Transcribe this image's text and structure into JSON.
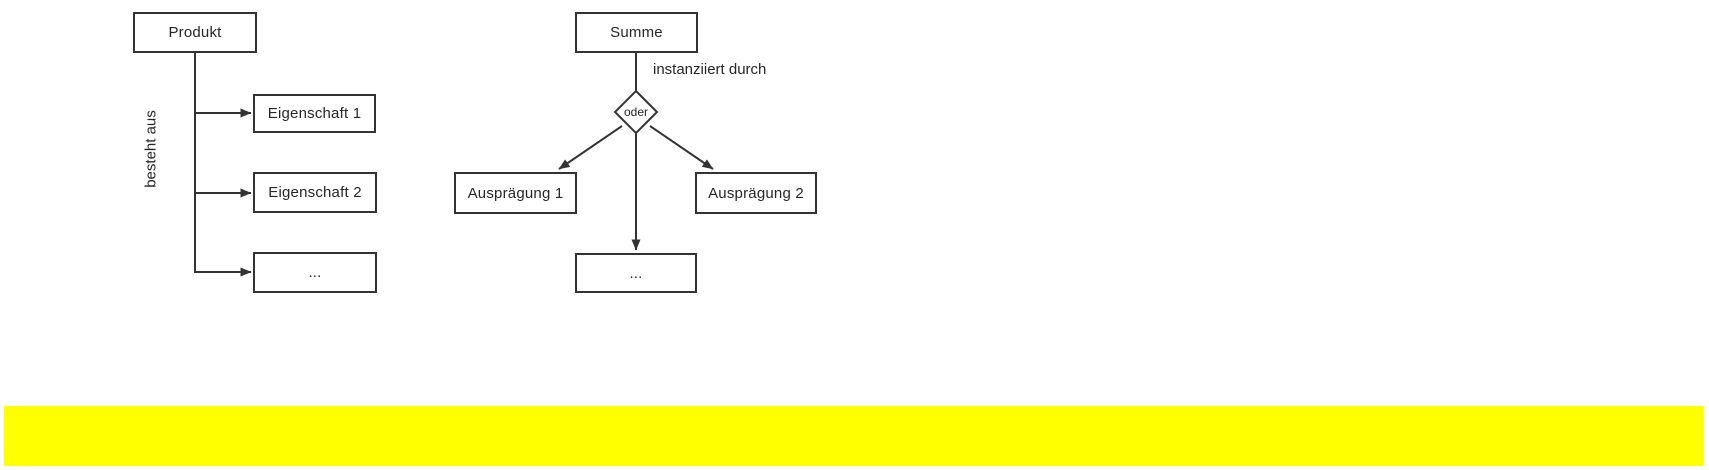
{
  "diagram": {
    "background_color": "#ffffff",
    "line_color": "#333333",
    "highlight_bar_color": "#ffff00",
    "left_tree": {
      "root": "Produkt",
      "relation_label": "besteht aus",
      "children": [
        "Eigenschaft 1",
        "Eigenschaft 2",
        "..."
      ]
    },
    "right_tree": {
      "root": "Summe",
      "relation_label": "instanziiert durch",
      "operator": "oder",
      "children": [
        "Ausprägung 1",
        "Ausprägung 2",
        "..."
      ]
    }
  }
}
